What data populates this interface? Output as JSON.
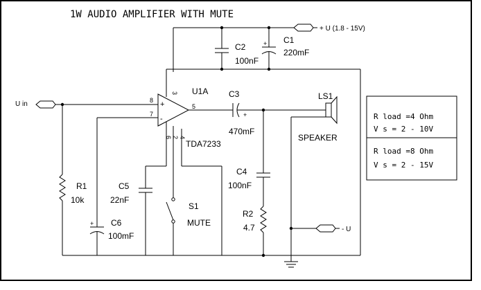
{
  "title": "1W AUDIO AMPLIFIER WITH MUTE",
  "supply": {
    "label": "+ U (1.8 - 15V)"
  },
  "neg_supply": {
    "label": "- U"
  },
  "input": {
    "label": "U in"
  },
  "pins": {
    "p8": "8",
    "p7": "7",
    "p3": "3",
    "p5": "5",
    "p6": "6",
    "p2": "2",
    "p4": "4"
  },
  "components": {
    "c1": {
      "name": "C1",
      "value": "220mF"
    },
    "c2": {
      "name": "C2",
      "value": "100nF"
    },
    "c3": {
      "name": "C3",
      "value": "470mF"
    },
    "c4": {
      "name": "C4",
      "value": "100nF"
    },
    "c5": {
      "name": "C5",
      "value": "22nF"
    },
    "c6": {
      "name": "C6",
      "value": "100mF"
    },
    "r1": {
      "name": "R1",
      "value": "10k"
    },
    "r2": {
      "name": "R2",
      "value": "4.7"
    },
    "u1a": {
      "name": "U1A",
      "part": "TDA7233"
    },
    "s1": {
      "name": "S1",
      "label": "MUTE"
    },
    "ls1": {
      "name": "LS1",
      "label": "SPEAKER"
    }
  },
  "specs": [
    {
      "load": "R load =4 Ohm",
      "supply": "V s = 2 - 10V"
    },
    {
      "load": "R load =8 Ohm",
      "supply": "V s = 2 - 15V"
    }
  ]
}
